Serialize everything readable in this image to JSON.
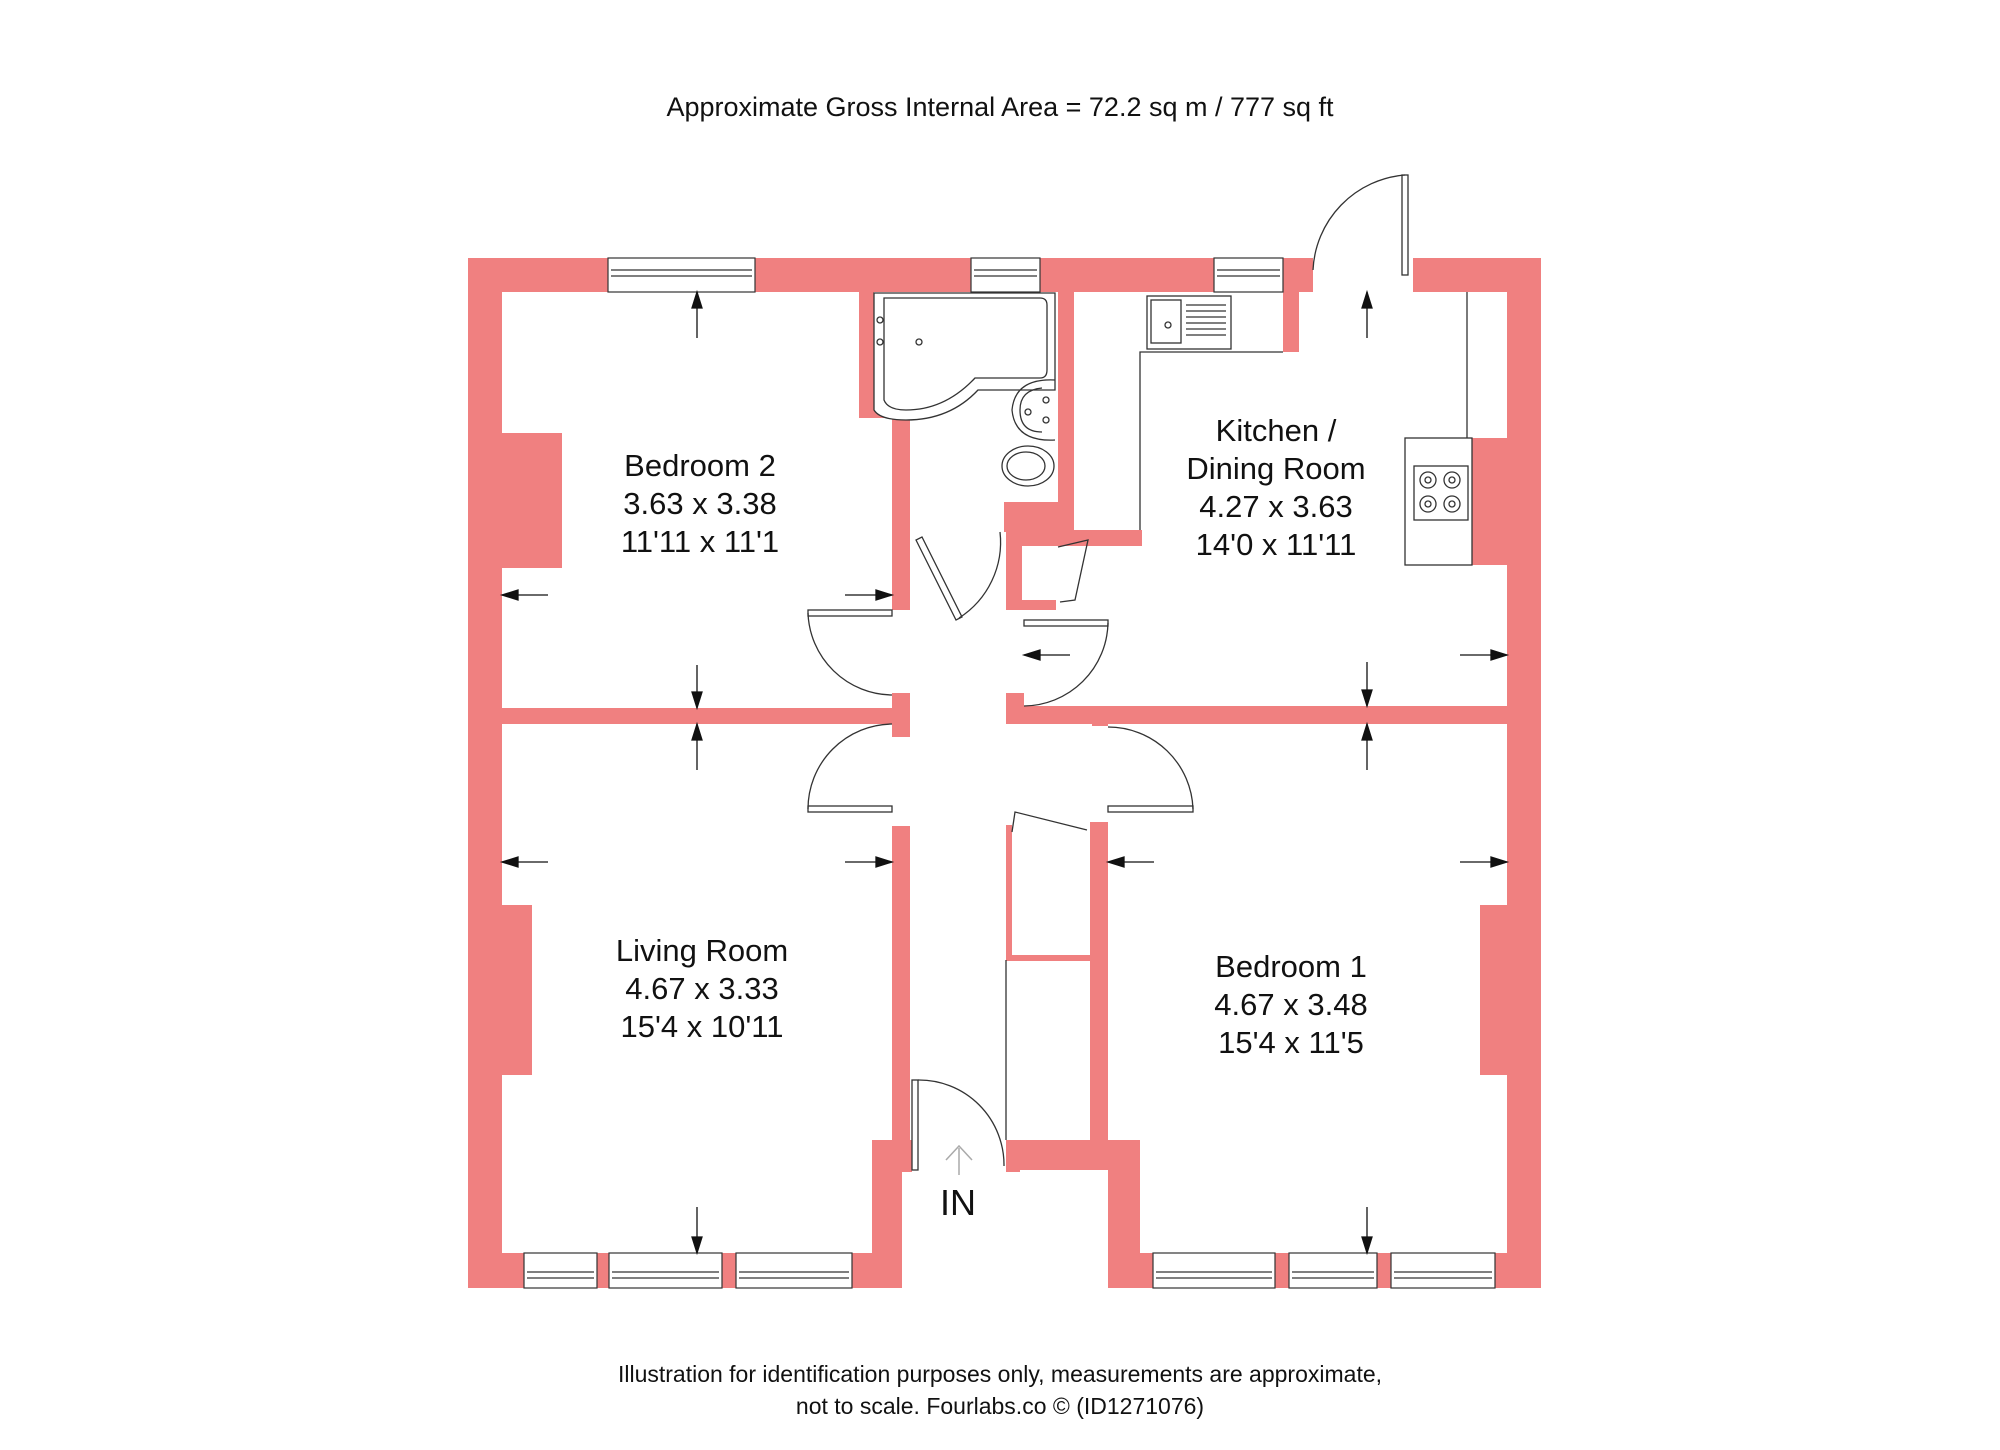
{
  "header": {
    "title": "Approximate Gross Internal Area = 72.2 sq m / 777 sq ft"
  },
  "colors": {
    "wall": "#f08080",
    "line": "#333333",
    "background": "#ffffff",
    "text": "#111111"
  },
  "rooms": [
    {
      "name": "Bedroom 2",
      "metric": "3.63 x 3.38",
      "imperial": "11'11 x 11'1"
    },
    {
      "name": "Kitchen /",
      "name2": "Dining Room",
      "metric": "4.27 x 3.63",
      "imperial": "14'0 x 11'11"
    },
    {
      "name": "Living Room",
      "metric": "4.67 x 3.33",
      "imperial": "15'4 x 10'11"
    },
    {
      "name": "Bedroom 1",
      "metric": "4.67 x 3.48",
      "imperial": "15'4 x 11'5"
    }
  ],
  "entrance": {
    "label": "IN"
  },
  "footer": {
    "line1": "Illustration for identification purposes only, measurements are approximate,",
    "line2": "not to scale. Fourlabs.co © (ID1271076)"
  }
}
